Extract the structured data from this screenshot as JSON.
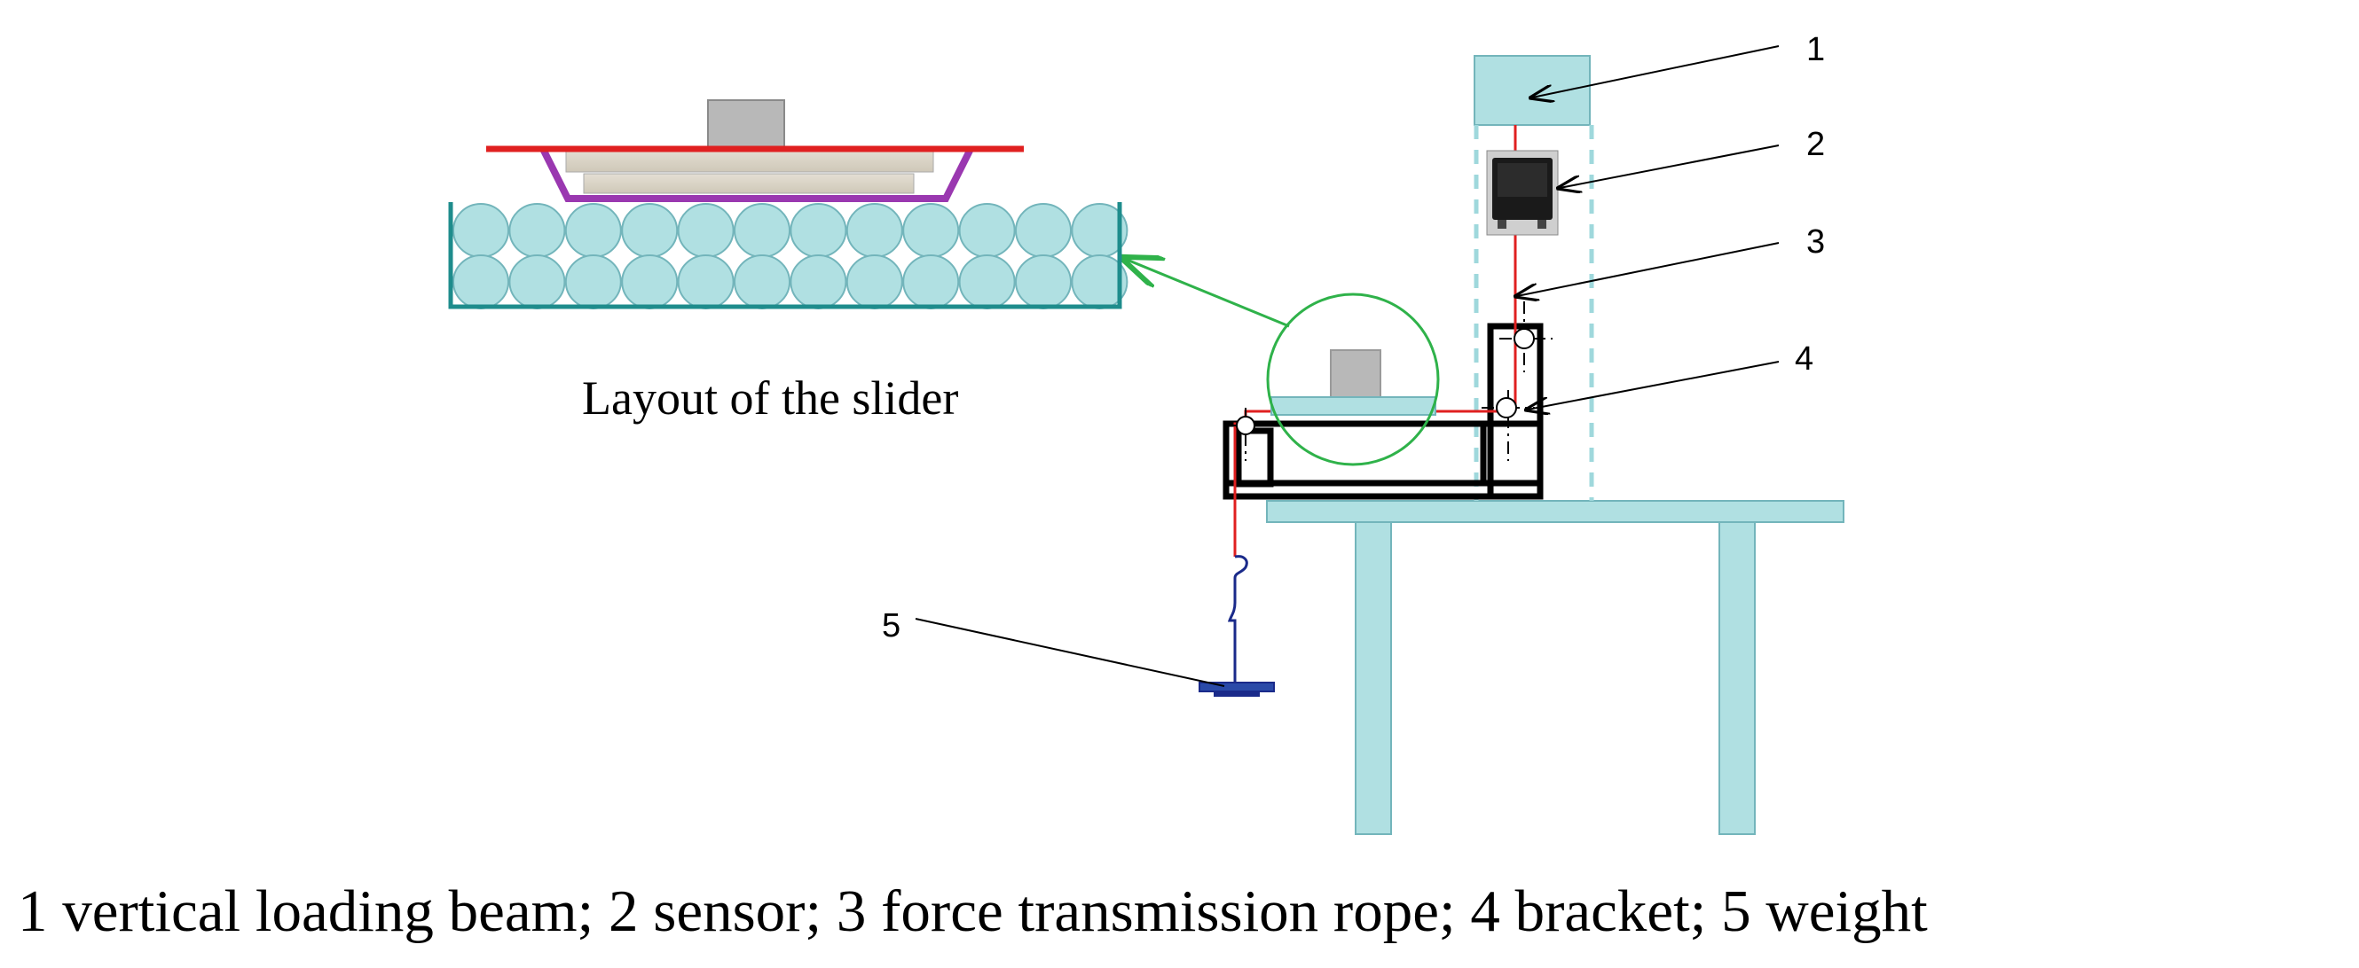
{
  "diagram": {
    "inset_caption": "Layout of the slider",
    "figure_caption": "1 vertical loading beam; 2 sensor; 3 force transmission rope; 4 bracket; 5 weight",
    "callouts": [
      {
        "number": "1"
      },
      {
        "number": "2"
      },
      {
        "number": "3"
      },
      {
        "number": "4"
      },
      {
        "number": "5"
      }
    ],
    "colors": {
      "structure_fill": "#b0e0e2",
      "structure_stroke": "#73b5bb",
      "rope": "#e02020",
      "slider_plate": "#9a38b0",
      "slider_block": "#b8b8b8",
      "bracket": "#000000",
      "magnifier": "#2fb24a",
      "weight": "#1a2a8a",
      "tray": "#1e8c8c"
    }
  }
}
